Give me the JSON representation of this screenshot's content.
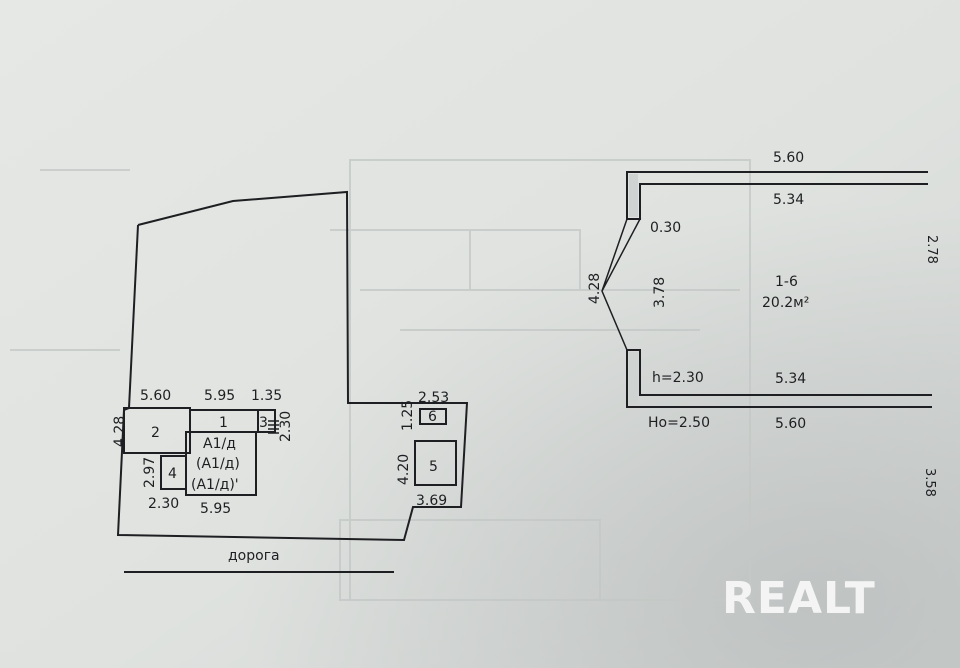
{
  "site_plan": {
    "dims": {
      "d_560": "5.60",
      "d_595_top": "5.95",
      "d_135": "1.35",
      "d_428": "4.28",
      "d_230_right": "2.30",
      "d_297": "2.97",
      "d_230_bottom": "2.30",
      "d_595_bottom": "5.95",
      "d_253": "2.53",
      "d_125": "1.25",
      "d_420": "4.20",
      "d_369": "3.69"
    },
    "labels": {
      "b1": "1",
      "b2": "2",
      "b3": "3",
      "b4": "4",
      "b5": "5",
      "b6": "6",
      "house_line1": "А1/д",
      "house_line2": "(А1/д)",
      "house_line3": "(А1/д)'"
    },
    "road": "дорога"
  },
  "section": {
    "top_outer": "5.60",
    "top_inner": "5.34",
    "wall": "0.30",
    "height_outer": "4.28",
    "height_inner": "3.78",
    "room_id": "1-6",
    "room_area": "20.2м²",
    "h": "h=2.30",
    "bottom_inner": "5.34",
    "h0": "Нο=2.50",
    "bottom_outer": "5.60",
    "edge_1": "2.78",
    "edge_2": "3.58"
  },
  "watermark": "REALT"
}
